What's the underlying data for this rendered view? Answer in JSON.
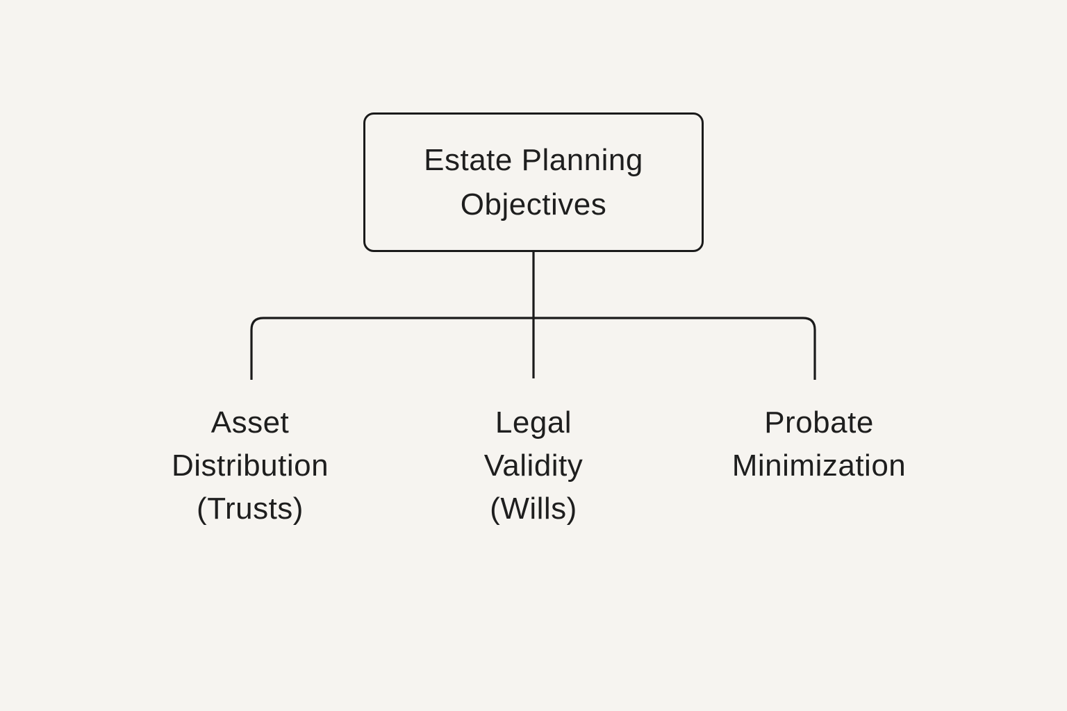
{
  "diagram": {
    "title": "Estate Planning Objectives flowchart",
    "type": "tree",
    "root": {
      "label": "Estate Planning\nObjectives"
    },
    "children": [
      {
        "id": "asset-distribution",
        "label": "Asset\nDistribution\n(Trusts)"
      },
      {
        "id": "legal-validity",
        "label": "Legal\nValidity\n(Wills)"
      },
      {
        "id": "probate-minimization",
        "label": "Probate\nMinimization"
      }
    ]
  },
  "colors": {
    "background": "#f6f4f0",
    "line": "#1a1a1a",
    "text": "#1e1e1e"
  }
}
